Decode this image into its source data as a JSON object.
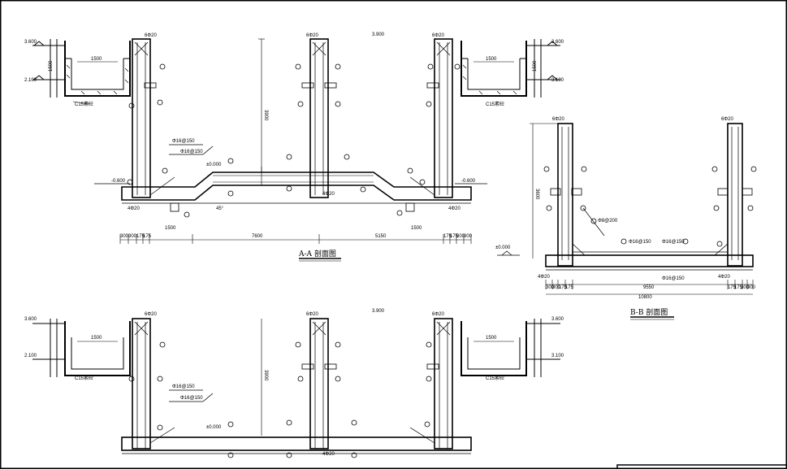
{
  "drawing": {
    "section_aa": {
      "caption": "A-A 剖面图",
      "top_elev_left": "3.600",
      "top_elev_right": "3.600",
      "ridge_elev": "3.900",
      "low_elev_left": "2.100",
      "low_elev_right": "3.100",
      "floor_elev_left": "-0.600",
      "floor_elev_right": "-0.600",
      "zero_elev": "±0.000",
      "wall_height": "3900",
      "rebar_top_a": "6Φ20",
      "rebar_top_b": "6Φ20",
      "rebar_top_c": "6Φ20",
      "rebar_bottom_a": "4Φ20",
      "rebar_bottom_b": "4Φ20",
      "rebar_bottom_c": "4Φ20",
      "note_1": "Φ16@150",
      "note_2": "Φ16@150",
      "concrete": "C15素砼",
      "concrete_r": "C15素砼",
      "trench_w": "1500",
      "trench_w_r": "1500",
      "trench_h": "1500",
      "trench_h_r": "1500",
      "slope_label": "45°",
      "dims": [
        "300",
        "300",
        "175",
        "175",
        "1500",
        "7600",
        "5150",
        "1500",
        "175",
        "175",
        "300",
        "300"
      ]
    },
    "section_bb": {
      "caption": "B-B 剖面图",
      "top_rebar_l": "6Φ20",
      "top_rebar_r": "6Φ20",
      "bottom_rebar_l": "4Φ20",
      "bottom_rebar_r": "4Φ20",
      "height": "3600",
      "zero_elev": "±0.000",
      "bar_1": "Φ16@150",
      "bar_2": "Φ16@150",
      "bar_3": "Φ16@150",
      "bar_4": "Φ8@200",
      "overall": "10800",
      "inner": "9550",
      "dims": [
        "300",
        "300",
        "175",
        "175",
        "175",
        "175",
        "300",
        "300"
      ]
    },
    "section_lower": {
      "top_elev_left": "3.600",
      "top_elev_right": "3.600",
      "ridge_elev": "3.900",
      "low_elev_left": "2.100",
      "low_elev_right": "3.100",
      "zero_elev": "±0.000",
      "wall_height": "3900",
      "rebar_top_a": "6Φ20",
      "rebar_top_b": "6Φ20",
      "rebar_top_c": "6Φ20",
      "rebar_bottom_b": "4Φ20",
      "note_1": "Φ16@150",
      "note_2": "Φ16@150",
      "concrete": "C15素砼",
      "concrete_r": "C15素砼",
      "trench_w": "1500",
      "trench_w_r": "1500"
    }
  },
  "colors": {
    "line": "#000000",
    "background": "#ffffff"
  }
}
